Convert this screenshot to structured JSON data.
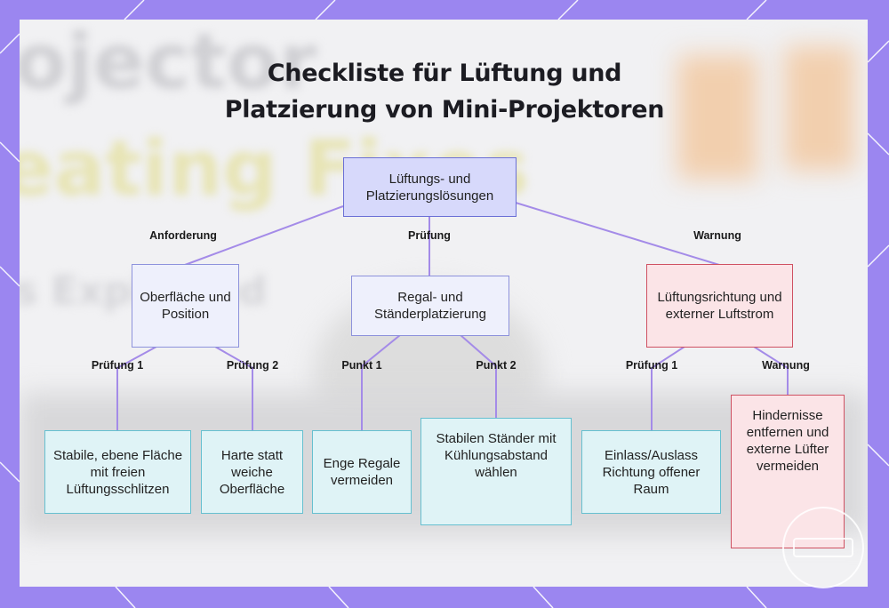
{
  "title": {
    "line1": "Checkliste für Lüftung und",
    "line2": "Platzierung von Mini-Projektoren"
  },
  "background": {
    "word1": "ojector",
    "word2": "eating Fixes",
    "word3": "s Explained"
  },
  "nodes": {
    "root": "Lüftungs- und Platzierungslösungen",
    "surface": "Oberfläche und Position",
    "shelf": "Regal- und Ständerplatzierung",
    "airflow": "Lüftungsrichtung und externer Luftstrom",
    "stable_surface": "Stabile, ebene Fläche mit freien Lüftungsschlitzen",
    "hard_surface": "Harte statt weiche Oberfläche",
    "tight_shelves": "Enge Regale vermeiden",
    "stand": "Stabilen Ständer mit Kühlungsabstand wählen",
    "inlet": "Einlass/Auslass Richtung offener Raum",
    "obstacles": "Hindernisse entfernen und externe Lüfter vermeiden"
  },
  "edge_labels": {
    "requirement": "Anforderung",
    "check": "Prüfung",
    "warning": "Warnung",
    "check1_a": "Prüfung 1",
    "check2": "Prüfung 2",
    "point1": "Punkt 1",
    "point2": "Punkt 2",
    "check1_b": "Prüfung 1",
    "warning2": "Warnung"
  },
  "colors": {
    "frame": "#9b86f0",
    "edge": "#a48be8",
    "root_fill": "#d7d9fb",
    "warn_border": "#cf5162",
    "leaf_border": "#66c0d0"
  }
}
